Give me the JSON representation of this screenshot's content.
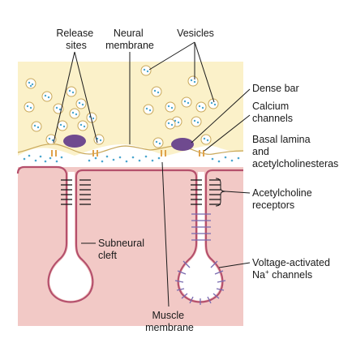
{
  "labels": {
    "release_sites": [
      "Release",
      "sites"
    ],
    "neural_membrane": [
      "Neural",
      "membrane"
    ],
    "vesicles": "Vesicles",
    "dense_bar": "Dense bar",
    "calcium_channels": [
      "Calcium",
      "channels"
    ],
    "basal_lamina": [
      "Basal lamina",
      "and",
      "acetylcholinesteras"
    ],
    "ach_receptors": [
      "Acetylcholine",
      "receptors"
    ],
    "subneural_cleft": [
      "Subneural",
      "cleft"
    ],
    "voltage_na": [
      "Voltage-activated",
      "Na",
      "+",
      " channels"
    ],
    "muscle_membrane": [
      "Muscle",
      "membrane"
    ]
  },
  "colors": {
    "nerve_fill": "#fbf1c9",
    "muscle_fill": "#f2c9c6",
    "muscle_membrane": "#b5506c",
    "dense_bar": "#6f4a8f",
    "calcium_channel": "#e0a24a",
    "vesicle_dot": "#4aa6cf",
    "na_channel": "#7a6bb0"
  }
}
